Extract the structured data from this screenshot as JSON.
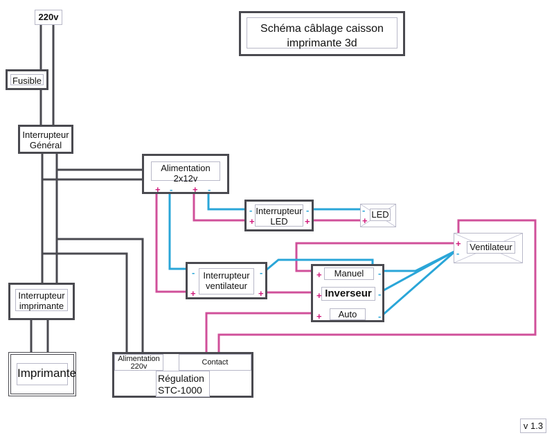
{
  "title": {
    "line1": "Schéma câblage caisson",
    "line2": "imprimante 3d"
  },
  "version": "v 1.3",
  "components": {
    "mains": "220v",
    "fuse": "Fusible",
    "main_switch": {
      "line1": "Interrupteur",
      "line2": "Général"
    },
    "power_supply": {
      "line1": "Alimentation",
      "line2": "2x12v"
    },
    "led_switch": {
      "line1": "Interrupteur",
      "line2": "LED"
    },
    "led": "LED",
    "fan": "Ventilateur",
    "fan_switch": {
      "line1": "Interrupteur",
      "line2": "ventilateur"
    },
    "inverter": {
      "title": "Inverseur",
      "manual": "Manuel",
      "auto": "Auto"
    },
    "printer_switch": {
      "line1": "Interrupteur",
      "line2": "imprimante"
    },
    "printer": "Imprimante",
    "regulator": {
      "power_line1": "Alimentation",
      "power_line2": "220v",
      "contact": "Contact",
      "line1": "Régulation",
      "line2": "STC-1000"
    }
  },
  "terminals": {
    "plus": "+",
    "minus": "-"
  },
  "colors": {
    "positive_wire": "#d0509a",
    "negative_wire": "#2aa6d8",
    "mains_wire": "#4a4a50"
  }
}
